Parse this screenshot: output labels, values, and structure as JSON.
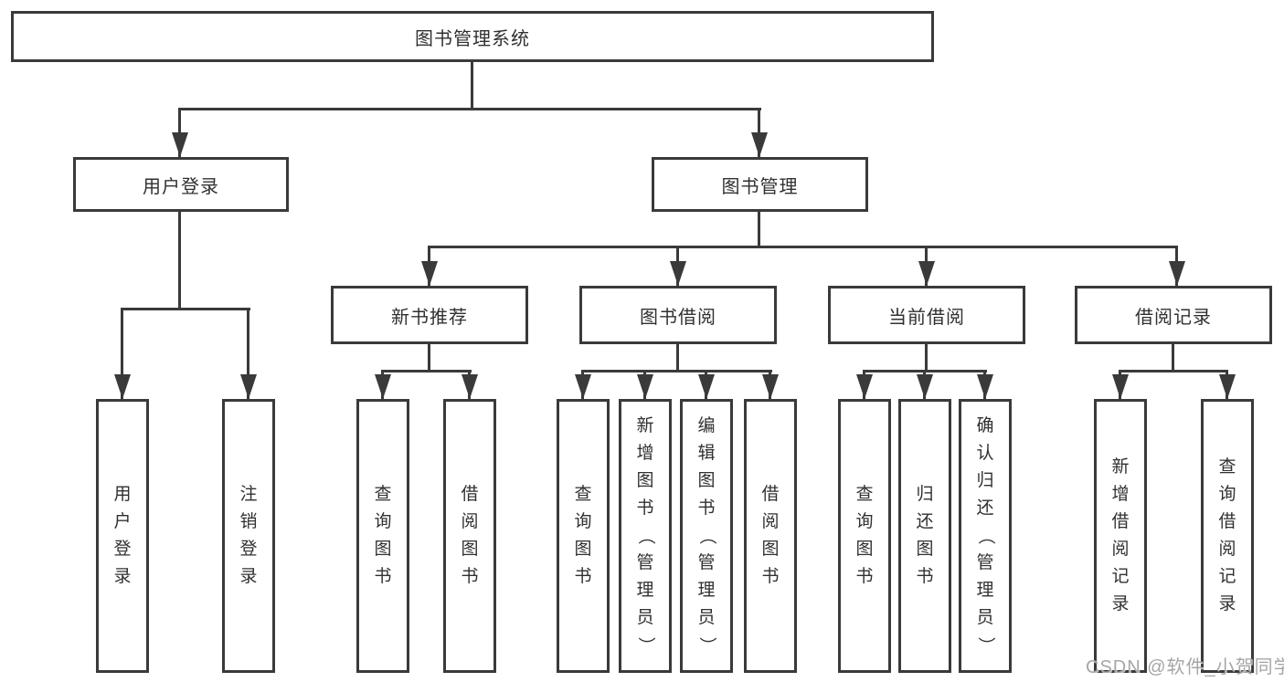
{
  "colors": {
    "line": "#3a3a3a",
    "text": "#303030",
    "wm": "#a6a6a6",
    "bg": "#ffffff"
  },
  "root": {
    "label": "图书管理系统"
  },
  "user_login": {
    "label": "用户登录",
    "children": [
      "用户登录",
      "注销登录"
    ]
  },
  "book_mgmt": {
    "label": "图书管理",
    "sections": [
      {
        "label": "新书推荐",
        "children": [
          "查询图书",
          "借阅图书"
        ]
      },
      {
        "label": "图书借阅",
        "children": [
          "查询图书",
          "新增图书（管理员）",
          "编辑图书（管理员）",
          "借阅图书"
        ]
      },
      {
        "label": "当前借阅",
        "children": [
          "查询图书",
          "归还图书",
          "确认归还（管理员）"
        ]
      },
      {
        "label": "借阅记录",
        "children": [
          "新增借阅记录",
          "查询借阅记录"
        ]
      }
    ]
  },
  "watermark": {
    "text": "CSDN @软件_小贺同学"
  }
}
